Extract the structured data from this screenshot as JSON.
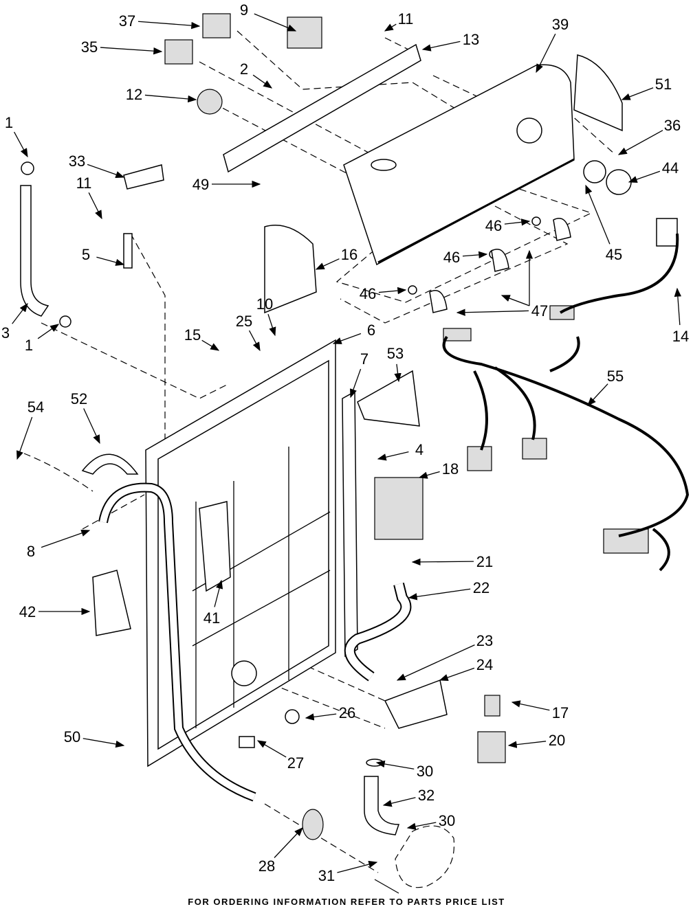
{
  "diagram": {
    "type": "exploded parts diagram",
    "callouts": [
      "37",
      "9",
      "11",
      "13",
      "39",
      "35",
      "2",
      "12",
      "51",
      "1",
      "36",
      "33",
      "11",
      "44",
      "49",
      "46",
      "5",
      "16",
      "45",
      "46",
      "46",
      "10",
      "47",
      "14",
      "3",
      "1",
      "15",
      "25",
      "6",
      "7",
      "53",
      "55",
      "54",
      "52",
      "4",
      "18",
      "8",
      "21",
      "22",
      "42",
      "41",
      "23",
      "24",
      "26",
      "17",
      "20",
      "50",
      "27",
      "30",
      "32",
      "30",
      "28",
      "31"
    ]
  },
  "footer": {
    "text": "FOR ORDERING INFORMATION REFER TO PARTS PRICE LIST"
  }
}
